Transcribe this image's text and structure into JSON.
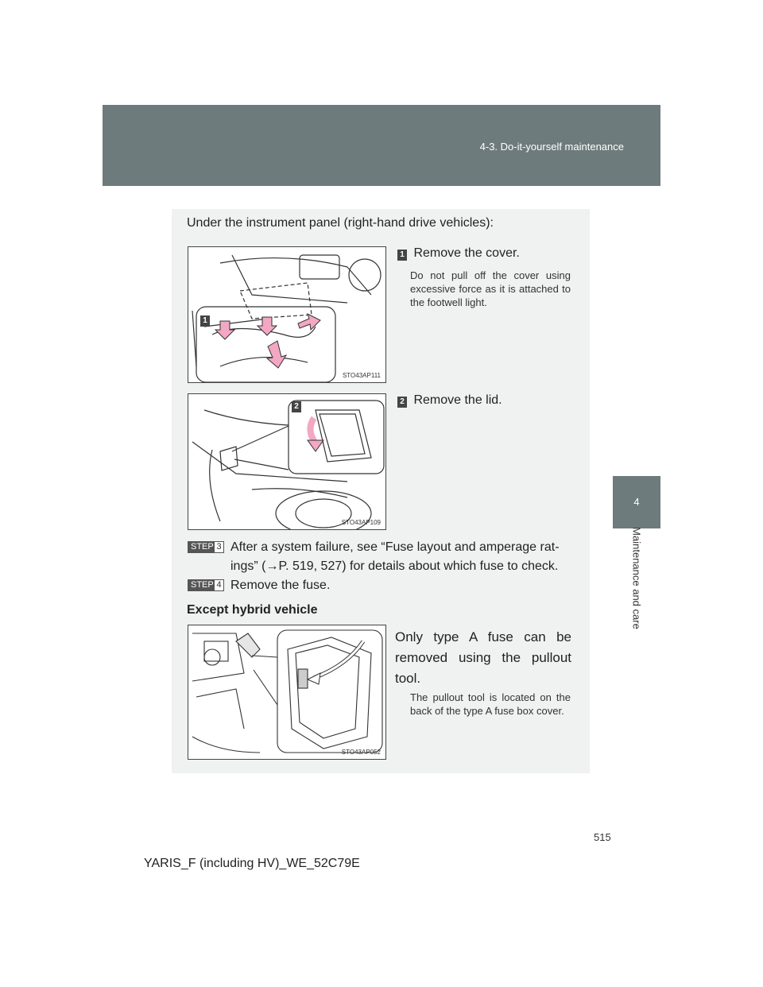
{
  "header": {
    "section": "4-3. Do-it-yourself maintenance"
  },
  "side": {
    "chapter_number": "4",
    "chapter_title": "Maintenance and care"
  },
  "intro": "Under the instrument panel (right-hand drive vehicles):",
  "step1": {
    "badge": "1",
    "title": "Remove the cover.",
    "note": "Do not pull off the cover using excessive force as it is attached to the footwell light.",
    "figure_code": "STO43AP111"
  },
  "step2": {
    "badge": "2",
    "title": "Remove the lid.",
    "figure_code": "STO43AP109"
  },
  "step3": {
    "label": "STEP",
    "number": "3",
    "line1": "After a system failure, see “Fuse layout and amperage rat-",
    "line2": "ings” (→P. 519, 527) for details about which fuse to check."
  },
  "step4": {
    "label": "STEP",
    "number": "4",
    "text": "Remove the fuse."
  },
  "except": {
    "heading": "Except hybrid vehicle",
    "line1": "Only type A fuse can be",
    "line2": "removed using the pullout",
    "line3": "tool.",
    "note": "The pullout tool is located on the back of the type A fuse box cover.",
    "figure_code": "STO43AP052"
  },
  "page_number": "515",
  "footer": "YARIS_F (including HV)_WE_52C79E"
}
